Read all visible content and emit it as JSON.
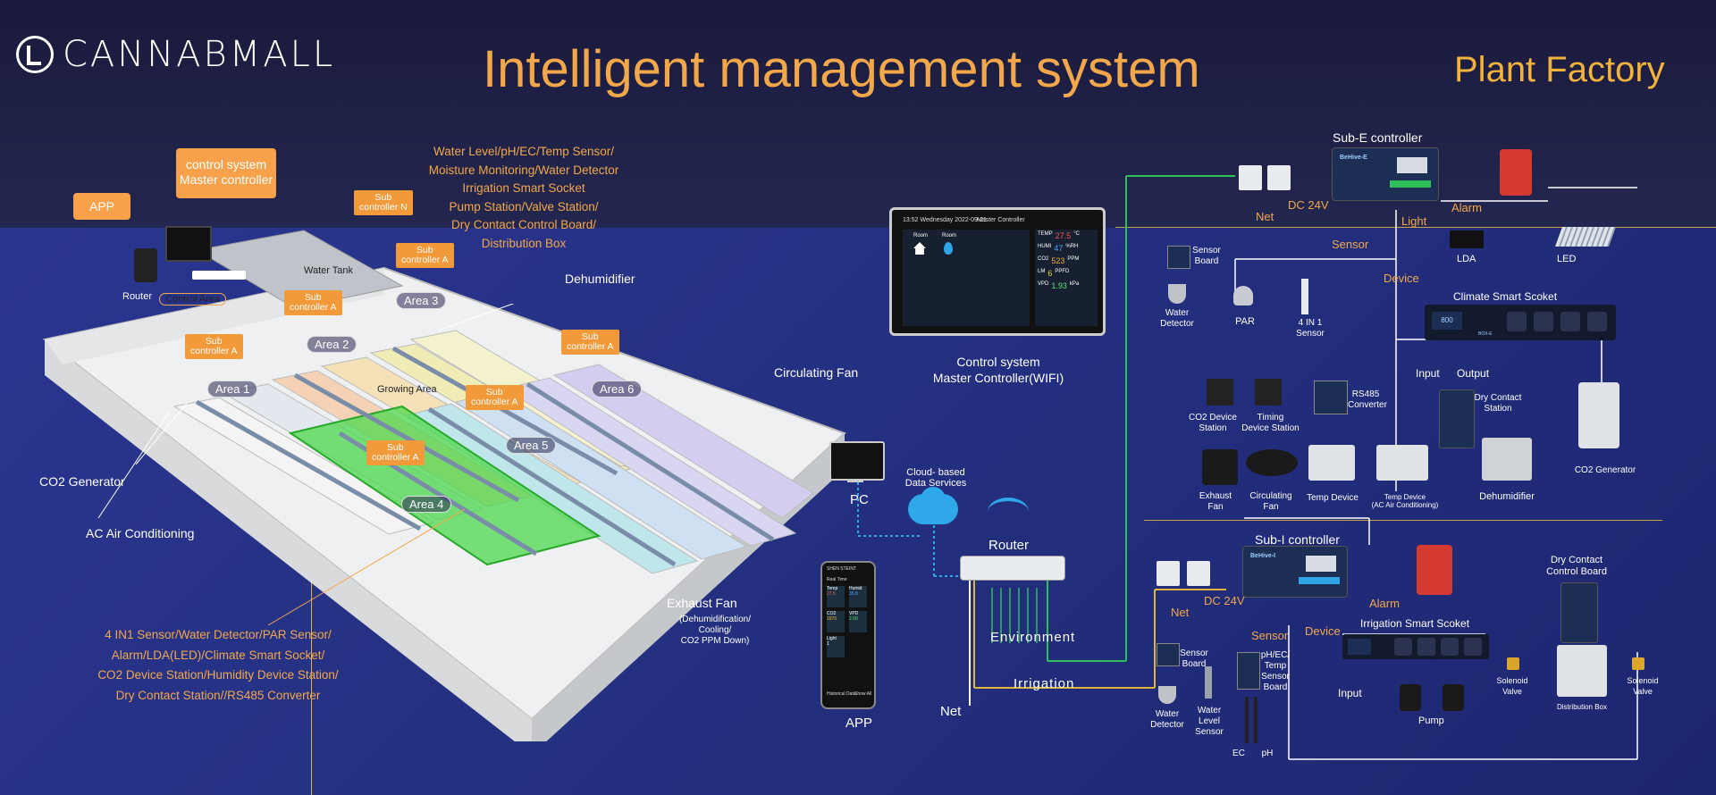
{
  "header": {
    "brand": "CANNABMALL",
    "title": "Intelligent management system",
    "subtitle": "Plant Factory"
  },
  "facility": {
    "master_bubble": [
      "control system",
      "Master controller"
    ],
    "app_bubble": "APP",
    "router_label": "Router",
    "control_area": "Control Area",
    "water_tank": "Water Tank",
    "growing_area": "Growing Area",
    "sub_controller_n": [
      "Sub",
      "controller N"
    ],
    "sub_controller_a": [
      "Sub",
      "controller A"
    ],
    "areas": [
      "Area 1",
      "Area 2",
      "Area 3",
      "Area 4",
      "Area 5",
      "Area 6"
    ],
    "top_notes": [
      "Water Level/pH/EC/Temp Sensor/",
      "Moisture Monitoring/Water Detector",
      "Irrigation Smart Socket",
      "Pump Station/Valve Station/",
      "Dry Contact Control Board/",
      "Distribution Box"
    ],
    "dehumidifier": "Dehumidifier",
    "circulating_fan": "Circulating Fan",
    "co2_generator": "CO2 Generator",
    "ac": "AC Air Conditioning",
    "exhaust_fan": "Exhaust Fan",
    "exhaust_note": [
      "(Dehumidification/",
      "Cooling/",
      "CO2 PPM Down)"
    ],
    "bottom_notes": [
      "4 IN1 Sensor/Water Detector/PAR Sensor/",
      "Alarm/LDA(LED)/Climate Smart Socket/",
      "CO2 Device Station/Humidity Device Station/",
      "Dry Contact Station//RS485 Converter"
    ]
  },
  "master_panel": {
    "datetime": "13:52 Wednesday 2022-09-21",
    "title": "Master Controller",
    "room1": "Room",
    "room2": "Room",
    "rows": [
      {
        "k": "TEMP",
        "v": "27.5",
        "u": "°C"
      },
      {
        "k": "HUMI",
        "v": "47",
        "u": "%RH"
      },
      {
        "k": "CO2",
        "v": "523",
        "u": "PPM"
      },
      {
        "k": "LM",
        "v": "6",
        "u": "PPFD"
      },
      {
        "k": "VPD",
        "v": "1.93",
        "u": "kPa"
      }
    ],
    "caption": [
      "Control system",
      "Master Controller(WIFI)"
    ]
  },
  "network": {
    "pc": "PC",
    "cloud": [
      "Cloud- based",
      "Data Services"
    ],
    "router": "Router",
    "app": "APP",
    "environment": "Environment",
    "irrigation": "Irrigation",
    "net": "Net",
    "phone": {
      "header": "SHEN STEINT",
      "tab1": "Real Time",
      "tiles": [
        {
          "k": "Temp",
          "v": "27.5"
        },
        {
          "k": "Humid",
          "v": "35.8"
        },
        {
          "k": "CO2",
          "v": "1870"
        },
        {
          "k": "VPD",
          "v": "2.00"
        },
        {
          "k": "Light",
          "v": "1"
        }
      ],
      "footer": "Historical Data",
      "footer_btn": "Show All"
    }
  },
  "sub_e": {
    "title": "Sub-E  controller",
    "brand": "BeHive-E",
    "net": "Net",
    "dc": "DC 24V",
    "alarm": "Alarm",
    "light": "Light",
    "sensor": "Sensor",
    "device": "Device",
    "lda": "LDA",
    "led": "LED",
    "sensor_board": [
      "Sensor",
      "Board"
    ],
    "water_detector": [
      "Water",
      "Detector"
    ],
    "par": "PAR",
    "four_in_one": "4 IN 1 Sensor",
    "climate_socket": "Climate Smart Scoket",
    "climate_brand": "BOX-E",
    "climate_display": "800",
    "input": "Input",
    "output": "Output",
    "co2_station": [
      "CO2 Device",
      "Station"
    ],
    "timing_station": [
      "Timing",
      "Device Station"
    ],
    "rs485": [
      "RS485",
      "Converter"
    ],
    "dry_contact_station": [
      "Dry Contact",
      "Station"
    ],
    "co2_generator": "CO2 Generator",
    "exhaust_fan": [
      "Exhaust",
      "Fan"
    ],
    "circulating_fan": [
      "Circulating",
      "Fan"
    ],
    "temp_device": "Temp Device",
    "temp_device_ac": [
      "Temp Device",
      "(AC Air Conditioning)"
    ],
    "dehumidifier": "Dehumidifier"
  },
  "sub_i": {
    "title": "Sub-I  controller",
    "brand": "BeHive-I",
    "net": "Net",
    "dc": "DC 24V",
    "alarm": "Alarm",
    "sensor": "Sensor",
    "device": "Device",
    "sensor_board": [
      "Sensor",
      "Board"
    ],
    "water_detector": [
      "Water",
      "Detector"
    ],
    "water_level": [
      "Water",
      "Level",
      "Sensor"
    ],
    "ph_board": [
      "pH/EC/",
      "Temp",
      "Sensor",
      "Board"
    ],
    "ec": "EC",
    "ph": "pH",
    "irrigation_socket": "Irrigation Smart Scoket",
    "input": "Input",
    "pump": "Pump",
    "dry_contact_board": [
      "Dry Contact",
      "Control Board"
    ],
    "solenoid_left": [
      "Solenoid",
      "Valve"
    ],
    "solenoid_right": [
      "Solenoid",
      "Valve"
    ],
    "distribution_box": "Distribution Box"
  },
  "colors": {
    "orange": "#f2a84a",
    "wire_green": "#2fbf5a",
    "wire_blue": "#4aa3ff",
    "wire_yellow": "#e0b33c",
    "green_zone": "#4cd84c"
  }
}
